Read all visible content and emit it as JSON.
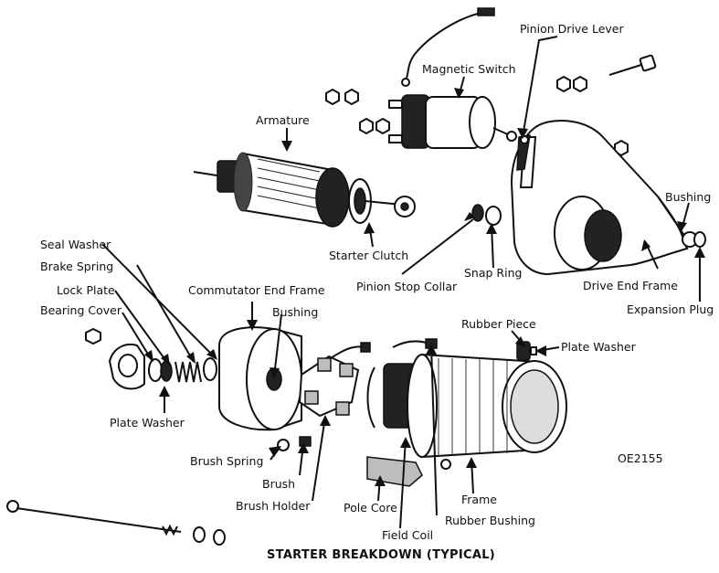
{
  "caption": "STARTER BREAKDOWN (TYPICAL)",
  "figure_code": "OE2155",
  "labels": {
    "pinion_drive_lever": "Pinion Drive Lever",
    "magnetic_switch": "Magnetic Switch",
    "armature": "Armature",
    "bushing_front": "Bushing",
    "starter_clutch": "Starter Clutch",
    "seal_washer": "Seal Washer",
    "brake_spring": "Brake Spring",
    "lock_plate": "Lock Plate",
    "bearing_cover": "Bearing Cover",
    "commutator_end_frame": "Commutator End Frame",
    "bushing_rear": "Bushing",
    "pinion_stop_collar": "Pinion Stop Collar",
    "snap_ring": "Snap Ring",
    "drive_end_frame": "Drive End Frame",
    "expansion_plug": "Expansion Plug",
    "rubber_piece": "Rubber Piece",
    "plate_washer_right": "Plate Washer",
    "plate_washer_left": "Plate Washer",
    "brush_spring": "Brush Spring",
    "brush": "Brush",
    "brush_holder": "Brush Holder",
    "pole_core": "Pole Core",
    "field_coil": "Field Coil",
    "rubber_bushing": "Rubber Bushing",
    "frame": "Frame"
  }
}
